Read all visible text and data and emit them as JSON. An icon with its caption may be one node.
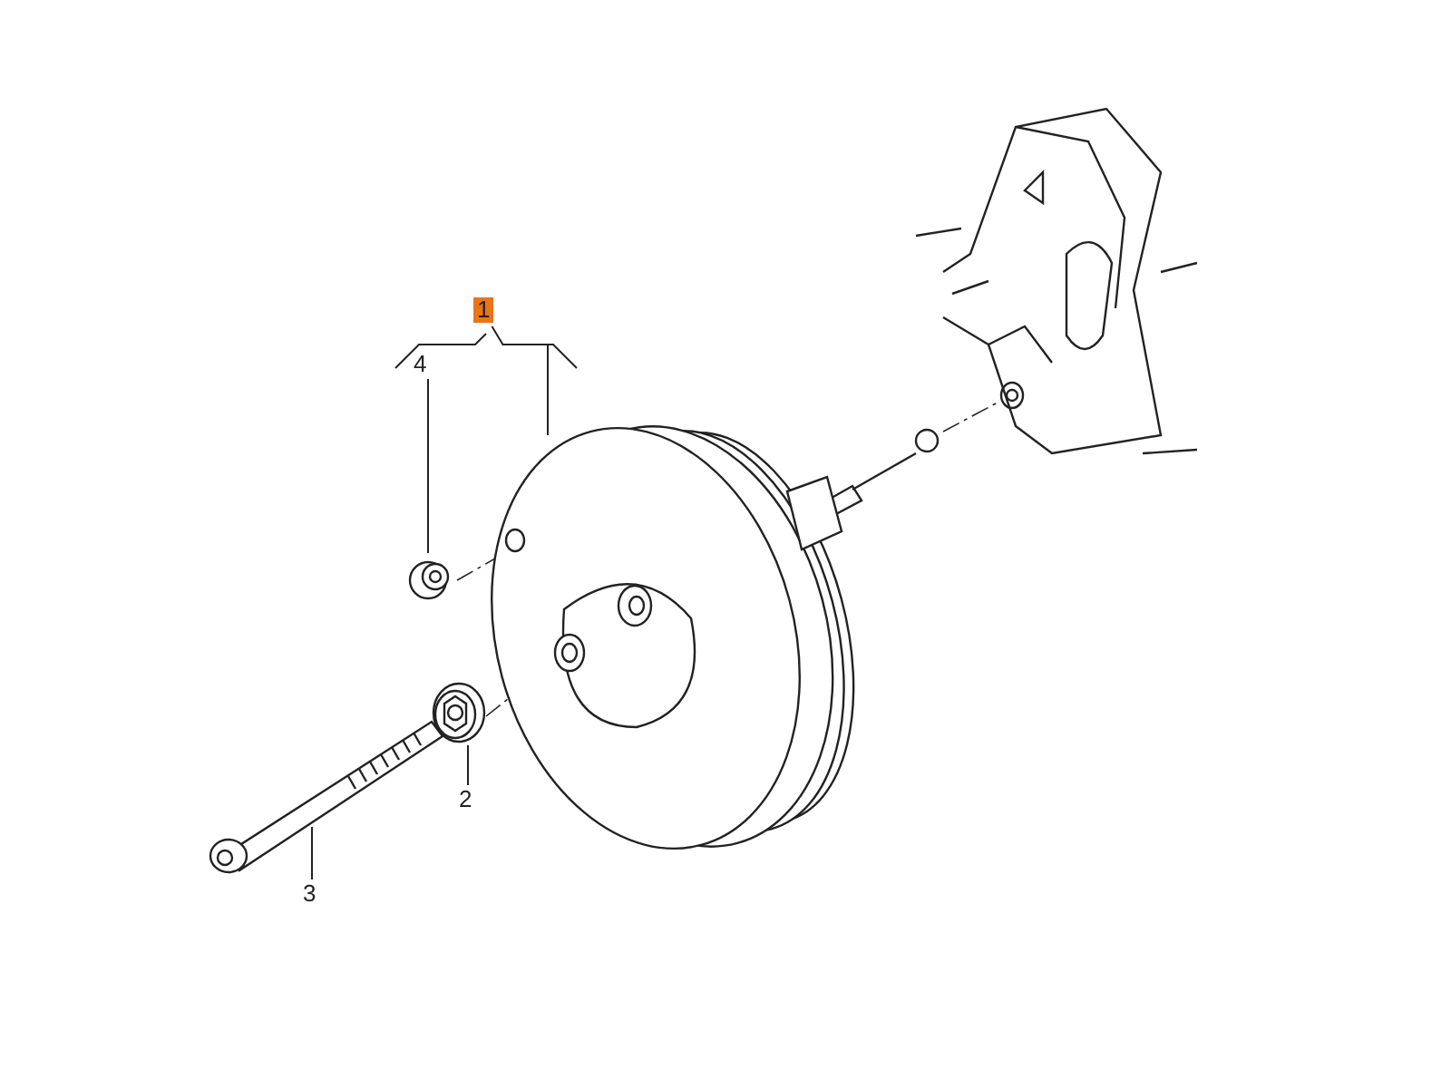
{
  "diagram": {
    "nodes": [
      {
        "text": [
          "1"
        ]
      },
      {
        "text": [
          "4"
        ]
      },
      {
        "text": [],
        "shape": "picture"
      },
      {
        "text": [],
        "shape": "picture"
      },
      {
        "text": [],
        "shape": "picture"
      },
      {
        "text": [
          "2"
        ]
      },
      {
        "text": [],
        "shape": "picture"
      },
      {
        "text": [
          "3"
        ]
      }
    ],
    "edges": [
      {
        "from": 0,
        "to": 3,
        "arrow": "none"
      },
      {
        "from": 1,
        "to": 2,
        "arrow": "none"
      },
      {
        "from": 5,
        "to": 4,
        "arrow": "none"
      },
      {
        "from": 7,
        "to": 6,
        "arrow": "none"
      },
      {
        "from": 2,
        "to": 3,
        "arrow": "none",
        "style": "dashed"
      },
      {
        "from": 4,
        "to": 3,
        "arrow": "none",
        "style": "dashed"
      }
    ]
  }
}
